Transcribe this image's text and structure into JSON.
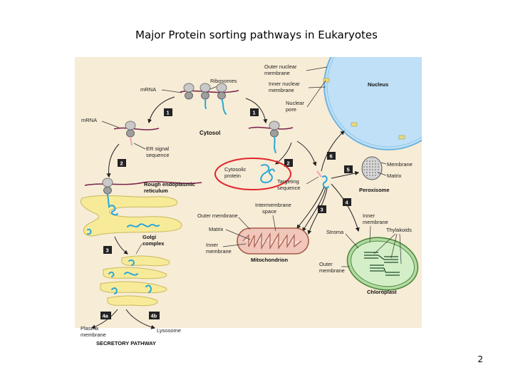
{
  "title": "Major Protein sorting pathways in Eukaryotes",
  "page_number": "2",
  "labels": {
    "outer_nuclear_membrane": [
      "Outer nuclear",
      "membrane"
    ],
    "inner_nuclear_membrane": [
      "Inner nuclear",
      "membrane"
    ],
    "nuclear_pore": [
      "Nuclear",
      "pore"
    ],
    "nucleus": "Nucleus",
    "ribosomes": "Ribosomes",
    "mrna_top": "mRNA",
    "mrna_left": "mRNA",
    "cytosol": "Cytosol",
    "er_signal_sequence": [
      "ER signal",
      "sequence"
    ],
    "cytosolic_protein": [
      "Cytosolic",
      "protein"
    ],
    "targeting_sequence": [
      "Targeting",
      "sequence"
    ],
    "rough_er": [
      "Rough endoplasmic",
      "reticulum"
    ],
    "golgi_complex": [
      "Golgi",
      "complex"
    ],
    "membrane": "Membrane",
    "matrix_peroxisome": "Matrix",
    "peroxisome": "Peroxisome",
    "intermembrane_space": [
      "Intermembrane",
      "space"
    ],
    "outer_membrane_mito": "Outer membrane",
    "matrix_mito": "Matrix",
    "inner_membrane_mito": [
      "Inner",
      "membrane"
    ],
    "mitochondrion": "Mitochondrion",
    "inner_membrane_chloro": [
      "Inner",
      "membrane"
    ],
    "thylakoids": "Thylakoids",
    "stroma": "Stroma",
    "outer_membrane_chloro": [
      "Outer",
      "membrane"
    ],
    "chloroplast": "Chloroplast",
    "plasma_membrane": [
      "Plasma",
      "membrane"
    ],
    "lysosome": "Lysosome",
    "secretory_pathway": "SECRETORY PATHWAY"
  },
  "steps": {
    "s1_left": "1",
    "s1_right": "1",
    "s2_left": "2",
    "s2_right": "2",
    "s3_left": "3",
    "s3_right": "3",
    "s4a": "4a",
    "s4b": "4b",
    "s4": "4",
    "s5": "5",
    "s6": "6"
  },
  "colors": {
    "background": "#f7ecd6",
    "nucleus_fill": "#bfe0f6",
    "er_golgi_fill": "#f7eb9a",
    "mito_fill": "#f1c7bb",
    "chloro_fill": "#c6e6b8",
    "protein": "#2aa7d8",
    "mrna": "#7a1f4a",
    "step_box": "#222222",
    "highlight_circle": "#e0262d"
  }
}
